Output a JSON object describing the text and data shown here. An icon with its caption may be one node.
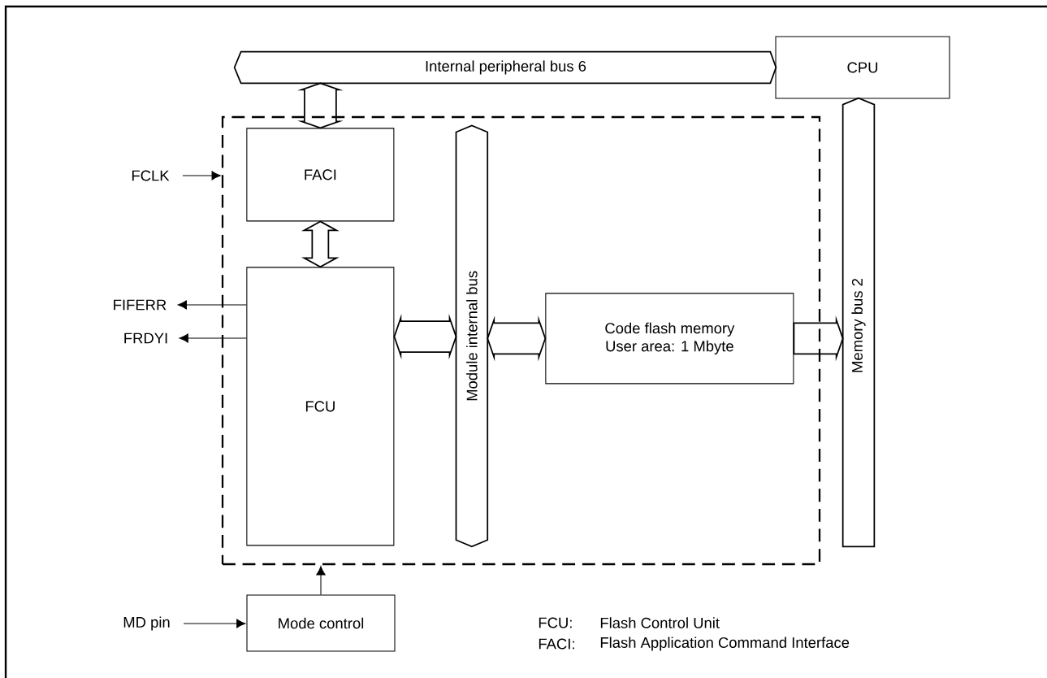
{
  "diagram": {
    "nodes": [
      {
        "text": [],
        "shape": "box"
      },
      {
        "text": [
          "Internal peripheral bus 6"
        ]
      },
      {
        "text": [
          "CPU"
        ]
      },
      {
        "text": [
          "FACI"
        ],
        "in": 0
      },
      {
        "text": [
          "FCU"
        ],
        "in": 0
      },
      {
        "text": [
          "Module internal bus"
        ],
        "in": 0
      },
      {
        "text": [
          "Code flash memory",
          "User area: 1 Mbyte"
        ],
        "in": 0
      },
      {
        "text": [
          "Memory bus 2"
        ]
      },
      {
        "text": [
          "Mode control"
        ]
      },
      {
        "text": [
          "FCLK"
        ]
      },
      {
        "text": [
          "FIFERR"
        ]
      },
      {
        "text": [
          "FRDYI"
        ]
      },
      {
        "text": [
          "MD pin"
        ]
      }
    ],
    "edges": [
      {
        "from": 1,
        "to": 3,
        "arrow": "both",
        "style": "thick"
      },
      {
        "from": 3,
        "to": 4,
        "arrow": "both",
        "style": "thick"
      },
      {
        "from": 4,
        "to": 5,
        "arrow": "both",
        "style": "thick"
      },
      {
        "from": 5,
        "to": 6,
        "arrow": "both",
        "style": "thick"
      },
      {
        "from": 6,
        "to": 7,
        "arrow": "to",
        "style": "thick"
      },
      {
        "from": 9,
        "to": 0,
        "arrow": "to"
      },
      {
        "from": 4,
        "to": 10,
        "arrow": "to"
      },
      {
        "from": 4,
        "to": 11,
        "arrow": "to"
      },
      {
        "from": 12,
        "to": 8,
        "arrow": "to"
      },
      {
        "from": 8,
        "to": 0,
        "arrow": "to"
      }
    ],
    "labels": [
      "FCU:",
      "Flash Control Unit",
      "FACI:",
      "Flash Application Command Interface"
    ]
  }
}
